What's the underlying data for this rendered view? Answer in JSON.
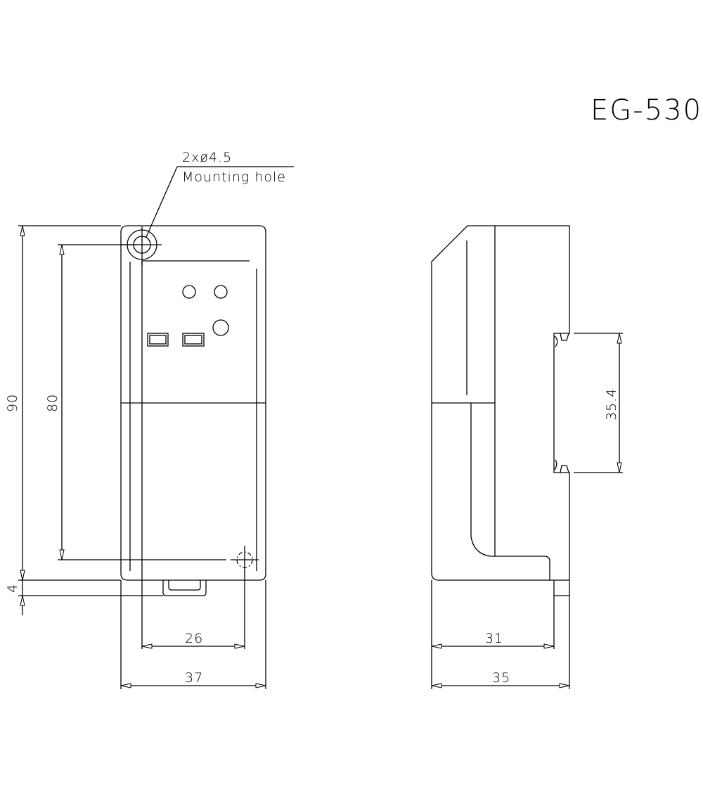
{
  "title": "EG-530",
  "callout": {
    "line1": "2xø4.5",
    "line2": "Mounting hole"
  },
  "front_view": {
    "dimensions": {
      "height_total": "90",
      "height_holes": "80",
      "tab_height": "4",
      "width_holes": "26",
      "width_total": "37"
    }
  },
  "side_view": {
    "dimensions": {
      "rail_gap": "35.4",
      "depth_inner": "31",
      "depth_total": "35"
    }
  },
  "colors": {
    "line": "#000000",
    "background": "#ffffff"
  }
}
